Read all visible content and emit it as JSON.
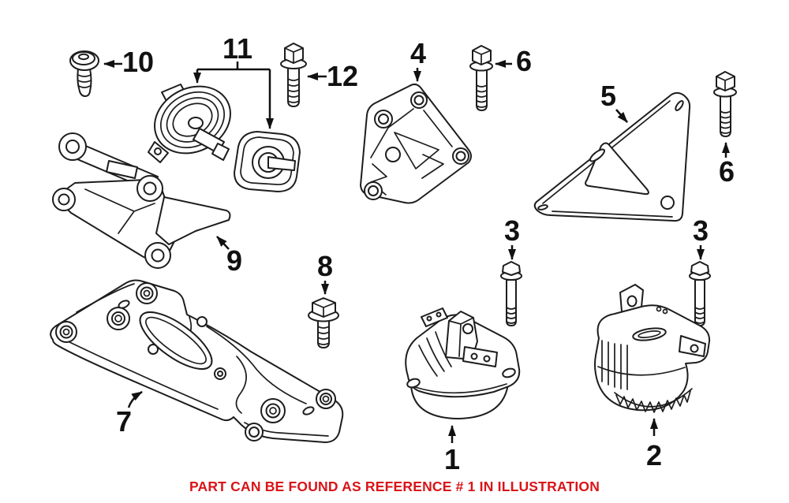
{
  "diagram": {
    "callouts": {
      "c10": "10",
      "c11": "11",
      "c12": "12",
      "c4": "4",
      "c6_top": "6",
      "c5": "5",
      "c6_right": "6",
      "c9": "9",
      "c3_mid": "3",
      "c3_right": "3",
      "c8": "8",
      "c7": "7",
      "c1": "1",
      "c2": "2"
    },
    "caption": "PART CAN BE FOUND AS REFERENCE # 1 IN ILLUSTRATION",
    "colors": {
      "caption_red": "#d91418",
      "line_art": "#1d1d1d",
      "background": "#ffffff"
    }
  }
}
